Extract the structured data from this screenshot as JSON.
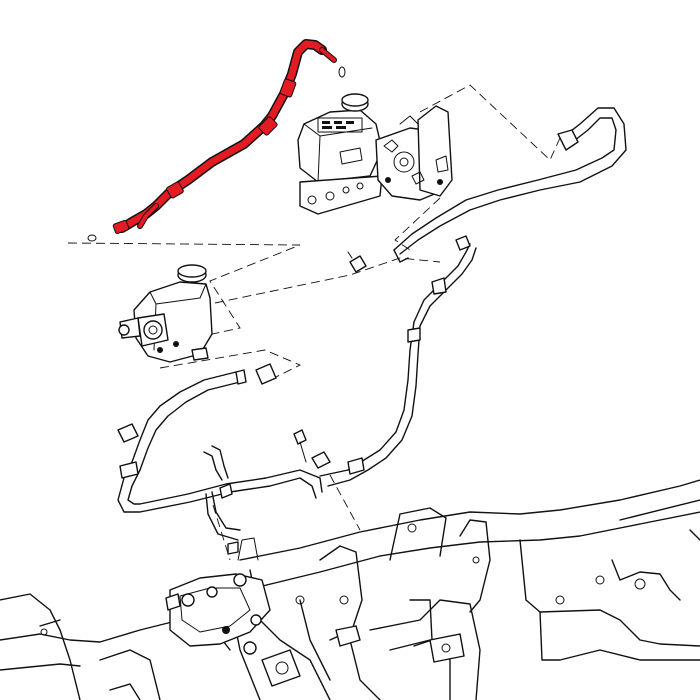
{
  "diagram": {
    "highlight_color": "#e31b23",
    "line_color": "#111111",
    "background": "#ffffff",
    "parts": [
      "power-steering-pressure-hose",
      "brake-master-cylinder",
      "hydro-boost-unit",
      "power-steering-pump",
      "return-hose",
      "cooler-line",
      "steering-gear",
      "frame"
    ]
  }
}
